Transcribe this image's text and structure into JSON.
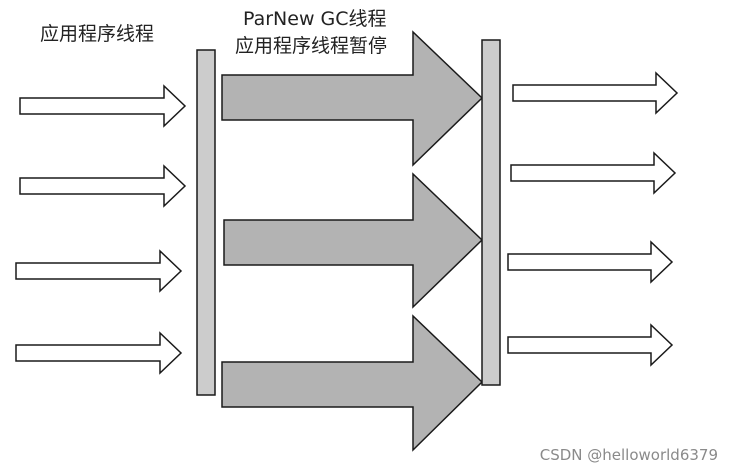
{
  "labels": {
    "app_threads": "应用程序线程",
    "gc_title": "ParNew GC线程",
    "gc_subtitle": "应用程序线程暂停"
  },
  "watermark": "CSDN @helloworld6379",
  "colors": {
    "gc_arrow_fill": "#b3b3b3",
    "barrier_fill": "#cccccc",
    "app_arrow_fill": "#ffffff",
    "stroke": "#1a1a1a"
  }
}
